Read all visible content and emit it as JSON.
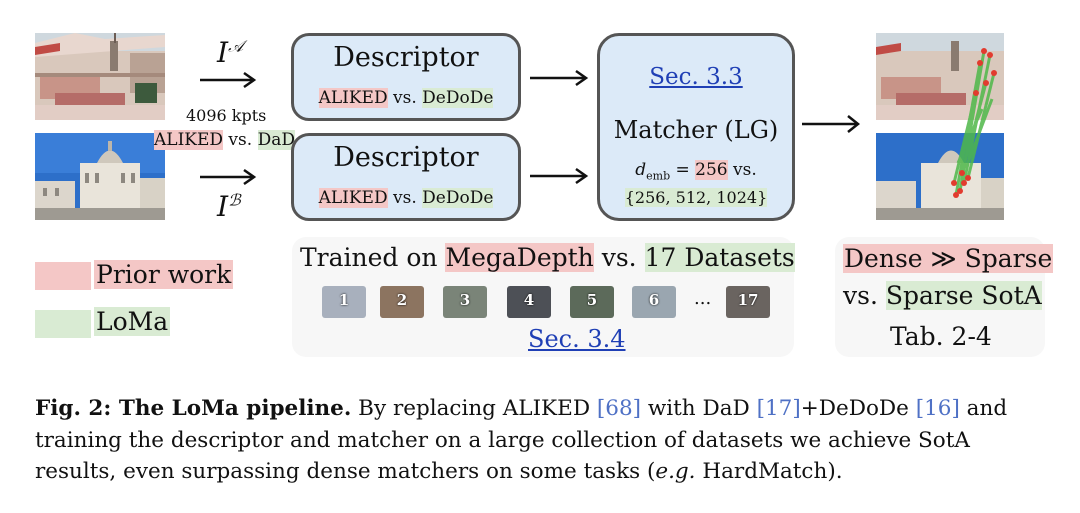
{
  "left": {
    "input_a": "I",
    "input_a_sup": "𝒜",
    "input_b": "I",
    "input_b_sup": "ℬ",
    "kpts": "4096 kpts",
    "kpts_a": "ALIKED",
    "kpts_vs": " vs. ",
    "kpts_b": "DaD"
  },
  "descriptor_top": {
    "title": "Descriptor",
    "a": "ALIKED",
    "vs": " vs. ",
    "b": "DeDoDe"
  },
  "descriptor_bottom": {
    "title": "Descriptor",
    "a": "ALIKED",
    "vs": " vs. ",
    "b": "DeDoDe"
  },
  "matcher": {
    "sec": "Sec. 3.3",
    "title": "Matcher (LG)",
    "d": "d",
    "d_sub": "emb",
    "eq": " = ",
    "val": "256",
    "vs": " vs.",
    "set": "{256, 512, 1024}"
  },
  "legend": {
    "prior": "Prior work",
    "loma": "LoMa"
  },
  "training": {
    "prefix": "Trained on ",
    "a": "MegaDepth",
    "vs": " vs. ",
    "b": "17 Datasets",
    "thumbs": [
      "1",
      "2",
      "3",
      "4",
      "5",
      "6",
      "17"
    ],
    "ellipsis": "...",
    "sec": "Sec. 3.4"
  },
  "results": {
    "line1": "Dense ≫ Sparse",
    "vs": "vs. ",
    "line2": "Sparse SotA",
    "tab": "Tab. 2-4"
  },
  "caption": {
    "label": "Fig. 2: The LoMa pipeline.",
    "t1": " By replacing ALIKED ",
    "c1": "[68]",
    "t2": " with DaD ",
    "c2": "[17]",
    "t3": "+DeDoDe ",
    "c3": "[16]",
    "t4": " and training the descriptor and matcher on a large collection of datasets we achieve SotA results, even surpassing dense matchers on some tasks (",
    "eg": "e.g.",
    "t5": " HardMatch)."
  },
  "colors": {
    "prior": "#f4c7c6",
    "loma": "#d9ebd3",
    "box": "#dceaf8",
    "link": "#1f3fb5"
  }
}
